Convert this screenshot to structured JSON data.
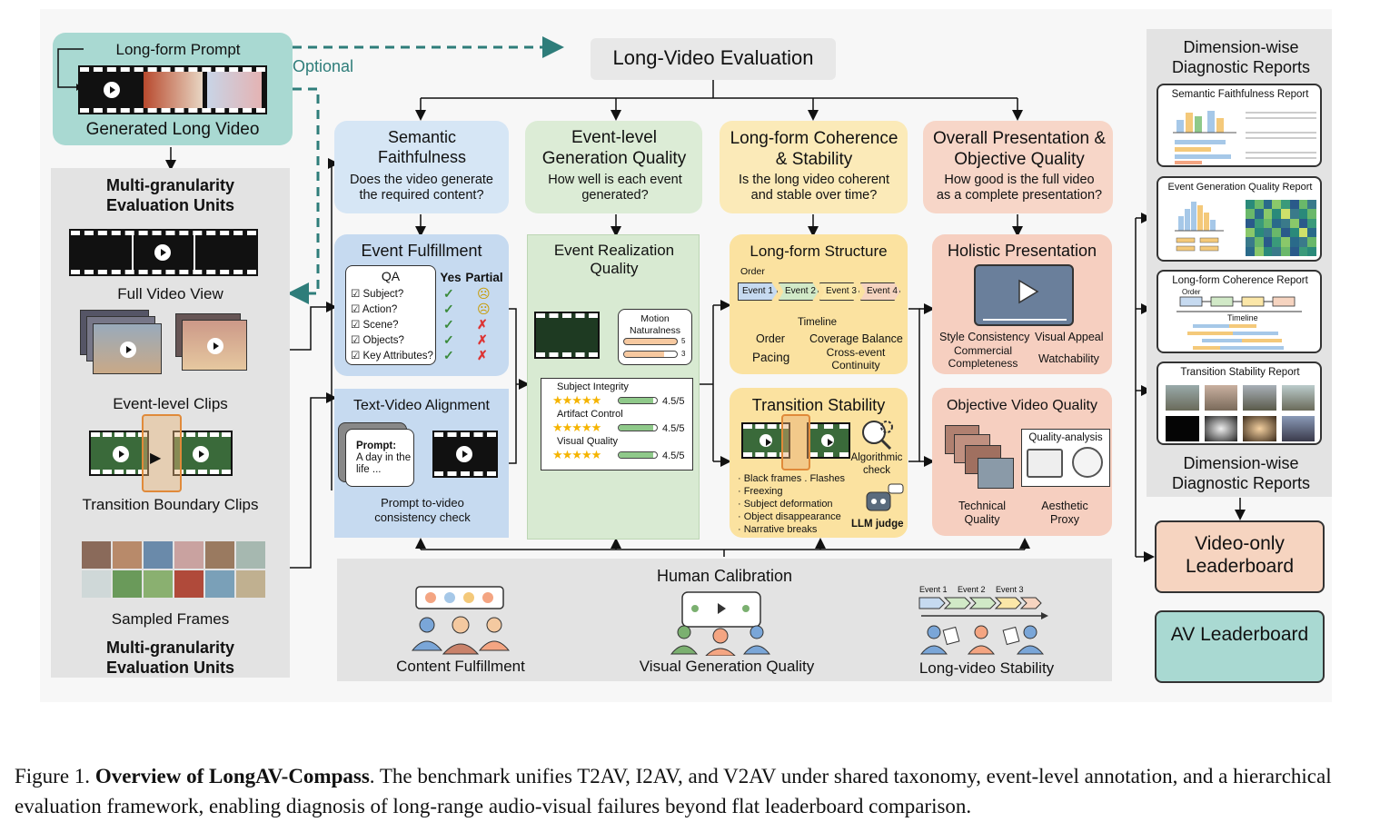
{
  "top": {
    "prompt_label": "Long-form Prompt",
    "video_label": "Generated Long Video",
    "optional_label": "Optional",
    "main_title": "Long-Video Evaluation"
  },
  "units": {
    "title": "Multi-granularity Evaluation Units",
    "full_video": "Full Video View",
    "event_clips": "Event-level Clips",
    "transition_clips": "Transition Boundary Clips",
    "sampled_frames": "Sampled Frames",
    "bottom_title": "Multi-granularity Evaluation Units"
  },
  "dims": [
    {
      "title": "Semantic Faithfulness",
      "q": "Does the video generate the required content?",
      "color": "#d6e6f5"
    },
    {
      "title": "Event-level Generation Quality",
      "q": "How well is each event generated?",
      "color": "#dcecd6"
    },
    {
      "title": "Long-form Coherence & Stability",
      "q": "Is the long video coherent and stable over time?",
      "color": "#fbeab8"
    },
    {
      "title": "Overall Presentation & Objective Quality",
      "q": "How good is the full video as a complete presentation?",
      "color": "#f7d6c8"
    }
  ],
  "event_fulfillment": {
    "title": "Event Fulfillment",
    "qa_title": "QA",
    "yes": "Yes",
    "partial": "Partial",
    "items": [
      "Subject?",
      "Action?",
      "Scene?",
      "Objects?",
      "Key Attributes?"
    ]
  },
  "tva": {
    "title": "Text-Video Alignment",
    "prompt": "Prompt:",
    "prompt_text": "A day in the life ...",
    "caption": "Prompt to-video consistency check"
  },
  "err": {
    "title": "Event Realization Quality",
    "motion": "Motion Naturalness",
    "m1": "5",
    "m2": "3",
    "rows": [
      {
        "label": "Subject Integrity",
        "score": "4.5/5"
      },
      {
        "label": "Artifact Control",
        "score": "4.5/5"
      },
      {
        "label": "Visual Quality",
        "score": "4.5/5"
      }
    ],
    "stars": "★★★★★"
  },
  "lfs": {
    "title": "Long-form Structure",
    "order": "Order",
    "events": [
      "Event 1",
      "Event 2",
      "Event 3",
      "Event 4"
    ],
    "timeline": "Timeline",
    "order2": "Order",
    "coverage": "Coverage Balance",
    "pacing": "Pacing",
    "cross": "Cross-event Continuity"
  },
  "ts": {
    "title": "Transition Stability",
    "items": [
      "· Black frames . Flashes",
      "· Freexing",
      "· Subject deformation",
      "· Object disappearance",
      "· Narrative breaks"
    ],
    "algo": "Algorithmic check",
    "llm": "LLM judge"
  },
  "hp": {
    "title": "Holistic Presentation",
    "style": "Style Consistency",
    "appeal": "Visual Appeal",
    "commercial": "Commercial Completeness",
    "watch": "Watchability"
  },
  "ovq": {
    "title": "Objective Video Quality",
    "qa": "Quality-analysis",
    "tech": "Technical Quality",
    "aes": "Aesthetic Proxy"
  },
  "human": {
    "title": "Human Calibration",
    "c1": "Content Fulfillment",
    "c2": "Visual Generation Quality",
    "c3": "Long-video Stability",
    "events": [
      "Event 1",
      "Event 2",
      "Event 3"
    ]
  },
  "reports": {
    "title": "Dimension-wise Diagnostic Reports",
    "r1": "Semantic Faithfulness Report",
    "r2": "Event Generation Quality Report",
    "r3": "Long-form Coherence Report",
    "r3_order": "Order",
    "r3_timeline": "Timeline",
    "r4": "Transition Stability Report",
    "bottom_title": "Dimension-wise Diagnostic Reports"
  },
  "leader": {
    "video_only": "Video-only Leaderboard",
    "av": "AV Leaderboard"
  },
  "caption": {
    "prefix": "Figure 1.",
    "bold": "Overview of LongAV-Compass",
    "rest": ". The benchmark unifies T2AV, I2AV, and V2AV under shared taxonomy, event-level annotation, and a hierarchical evaluation framework, enabling diagnosis of long-range audio-visual failures beyond flat leaderboard comparison."
  }
}
